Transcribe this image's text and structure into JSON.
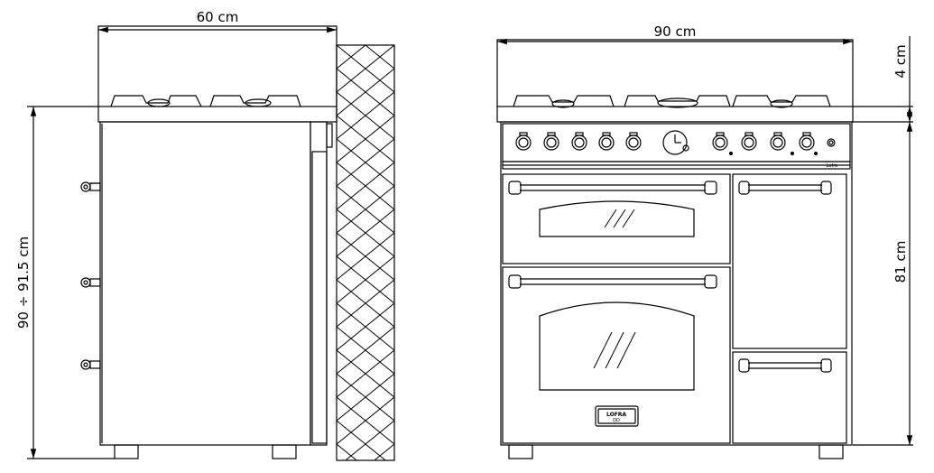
{
  "dimensions": {
    "side_depth": "60 cm",
    "side_height": "90 ÷ 91.5 cm",
    "front_width": "90 cm",
    "top_thickness": "4 cm",
    "body_height": "81 cm"
  },
  "badges": {
    "brand_line1": "LOFRA",
    "brand_line2": "DD",
    "panel_text": "Lofra"
  },
  "colors": {
    "stroke": "#000000",
    "background": "#ffffff"
  },
  "knobs": {
    "left_count": 5,
    "right_count": 4
  }
}
